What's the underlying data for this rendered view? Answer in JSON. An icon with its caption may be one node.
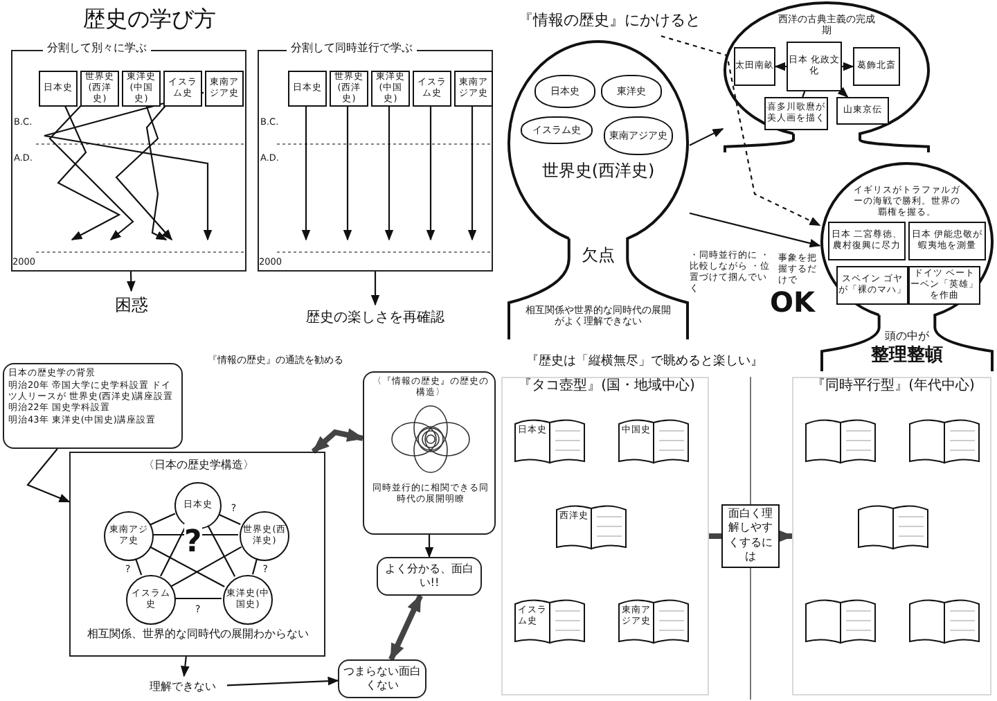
{
  "diagram": {
    "title": "歴史の学び方",
    "nodes": [
      {
        "text": [
          "分割して別々に学ぶ"
        ]
      },
      {
        "text": [
          "日本史"
        ],
        "in": 0
      },
      {
        "text": [
          "世界史(西洋史)"
        ],
        "in": 0
      },
      {
        "text": [
          "東洋史(中国史)"
        ],
        "in": 0
      },
      {
        "text": [
          "イスラム史"
        ],
        "in": 0
      },
      {
        "text": [
          "東南アジア史"
        ],
        "in": 0
      },
      {
        "text": [
          "困惑"
        ]
      },
      {
        "text": [
          "分割して同時並行で学ぶ"
        ]
      },
      {
        "text": [
          "日本史"
        ],
        "in": 7
      },
      {
        "text": [
          "世界史(西洋史)"
        ],
        "in": 7
      },
      {
        "text": [
          "東洋史(中国史)"
        ],
        "in": 7
      },
      {
        "text": [
          "イスラム史"
        ],
        "in": 7
      },
      {
        "text": [
          "東南アジア史"
        ],
        "in": 7
      },
      {
        "text": [
          "歴史の楽しさを再確認"
        ]
      },
      {
        "text": [
          "『情報の歴史』にかけると"
        ]
      },
      {
        "text": [
          "世界史(西洋史)",
          "欠点",
          "相互関係や世界的な同時代の展開がよく理解できない"
        ]
      },
      {
        "text": [
          "日本史"
        ],
        "in": 15
      },
      {
        "text": [
          "東洋史"
        ],
        "in": 15
      },
      {
        "text": [
          "イスラム史"
        ],
        "in": 15
      },
      {
        "text": [
          "東南アジア史"
        ],
        "in": 15
      },
      {
        "text": [
          "西洋の古典主義の完成期"
        ]
      },
      {
        "text": [
          "太田南畝"
        ],
        "in": 20
      },
      {
        "text": [
          "日本 化政文化"
        ],
        "in": 20
      },
      {
        "text": [
          "葛飾北斎"
        ],
        "in": 20
      },
      {
        "text": [
          "喜多川歌麿が美人画を描く"
        ],
        "in": 20
      },
      {
        "text": [
          "山東京伝"
        ],
        "in": 20
      },
      {
        "text": [
          "イギリスがトラファルガーの海戦で勝利。世界の覇権を握る。",
          "頭の中が",
          "整理整頓"
        ]
      },
      {
        "text": [
          "日本 二宮尊徳、農村復興に尽力"
        ],
        "in": 26
      },
      {
        "text": [
          "日本 伊能忠敬が蝦夷地を測量"
        ],
        "in": 26
      },
      {
        "text": [
          "スペイン ゴヤが「裸のマハ」"
        ],
        "in": 26
      },
      {
        "text": [
          "ドイツ ベートーベン「英雄」を作曲"
        ],
        "in": 26
      },
      {
        "text": [
          "日本の歴史学の背景",
          "明治20年 帝国大学に史学科設置 ドイツ人リースが 世界史(西洋史)講座設置",
          "明治22年 国史学科設置",
          "明治43年 東洋史(中国史)講座設置"
        ]
      },
      {
        "text": [
          "〈日本の歴史学構造〉",
          "相互関係、世界的な同時代の展開わからない"
        ]
      },
      {
        "text": [
          "日本史"
        ],
        "in": 32
      },
      {
        "text": [
          "世界史(西洋史)"
        ],
        "in": 32
      },
      {
        "text": [
          "東洋史(中国史)"
        ],
        "in": 32
      },
      {
        "text": [
          "イスラム史"
        ],
        "in": 32
      },
      {
        "text": [
          "東南アジア史"
        ],
        "in": 32
      },
      {
        "text": [
          "理解できない"
        ]
      },
      {
        "text": [
          "つまらない面白くない"
        ]
      },
      {
        "text": [
          "〈『情報の歴史』の歴史の構造〉",
          "同時並行的に相関できる同時代の展開明瞭"
        ]
      },
      {
        "text": [
          "よく分かる、面白い!!"
        ]
      },
      {
        "text": [
          "『タコ壺型』(国・地域中心)"
        ]
      },
      {
        "text": [
          "日本史"
        ],
        "in": 42
      },
      {
        "text": [
          "中国史"
        ],
        "in": 42
      },
      {
        "text": [
          "西洋史"
        ],
        "in": 42
      },
      {
        "text": [
          "イスラム史"
        ],
        "in": 42
      },
      {
        "text": [
          "東南アジア史"
        ],
        "in": 42
      },
      {
        "text": [
          "『同時平行型』(年代中心)"
        ]
      },
      {
        "text": [],
        "shape": "book",
        "in": 48
      },
      {
        "text": [],
        "shape": "book",
        "in": 48
      },
      {
        "text": [],
        "shape": "book",
        "in": 48
      },
      {
        "text": [],
        "shape": "book",
        "in": 48
      },
      {
        "text": [],
        "shape": "book",
        "in": 48
      }
    ],
    "edges": [
      {
        "from": 1,
        "to": null,
        "arrow": "to"
      },
      {
        "from": 2,
        "to": null,
        "arrow": "to"
      },
      {
        "from": 3,
        "to": null,
        "arrow": "to"
      },
      {
        "from": 4,
        "to": null,
        "arrow": "to"
      },
      {
        "from": 5,
        "to": null,
        "arrow": "to"
      },
      {
        "from": 0,
        "to": 6,
        "arrow": "to"
      },
      {
        "from": 8,
        "to": null,
        "arrow": "to"
      },
      {
        "from": 9,
        "to": null,
        "arrow": "to"
      },
      {
        "from": 10,
        "to": null,
        "arrow": "to"
      },
      {
        "from": 11,
        "to": null,
        "arrow": "to"
      },
      {
        "from": 12,
        "to": null,
        "arrow": "to"
      },
      {
        "from": 7,
        "to": 13,
        "arrow": "to"
      },
      {
        "from": 14,
        "to": 26,
        "arrow": "to",
        "style": "dashed"
      },
      {
        "from": 15,
        "to": 20,
        "arrow": "to"
      },
      {
        "from": 15,
        "to": 26,
        "arrow": "to"
      },
      {
        "from": 22,
        "to": 21,
        "arrow": "to"
      },
      {
        "from": 22,
        "to": 23,
        "arrow": "to"
      },
      {
        "from": 22,
        "to": 24,
        "arrow": "none"
      },
      {
        "from": 22,
        "to": 25,
        "arrow": "to"
      },
      {
        "from": 31,
        "to": 32,
        "arrow": "to"
      },
      {
        "from": 33,
        "to": 34,
        "arrow": "none",
        "label": "?"
      },
      {
        "from": 34,
        "to": 35,
        "arrow": "none",
        "label": "?"
      },
      {
        "from": 35,
        "to": 36,
        "arrow": "none",
        "label": "?"
      },
      {
        "from": 36,
        "to": 37,
        "arrow": "none",
        "label": "?"
      },
      {
        "from": 37,
        "to": 33,
        "arrow": "none"
      },
      {
        "from": 33,
        "to": 35,
        "arrow": "none"
      },
      {
        "from": 33,
        "to": 36,
        "arrow": "none"
      },
      {
        "from": 34,
        "to": 36,
        "arrow": "none"
      },
      {
        "from": 34,
        "to": 37,
        "arrow": "none"
      },
      {
        "from": 35,
        "to": 37,
        "arrow": "none"
      },
      {
        "from": 32,
        "to": 38,
        "arrow": "to"
      },
      {
        "from": 38,
        "to": 39,
        "arrow": "to"
      },
      {
        "from": 40,
        "to": 32,
        "arrow": "both",
        "style": "thick"
      },
      {
        "from": 40,
        "to": 41,
        "arrow": "to"
      },
      {
        "from": 41,
        "to": 39,
        "arrow": "both",
        "style": "thick"
      },
      {
        "from": 42,
        "to": 48,
        "arrow": "to",
        "style": "thick",
        "label": "面白く理解しやすくするには"
      }
    ],
    "labels": [
      "B.C.",
      "A.D.",
      "2000",
      "B.C.",
      "A.D.",
      "2000",
      "・同時並行的に ・比較しながら ・位置づけて掴んでいく",
      "事象を把握するだけで",
      "OK",
      "『情報の歴史』の通読を勧める",
      "?",
      "『歴史は「縦横無尽」で眺めると楽しい』"
    ]
  }
}
